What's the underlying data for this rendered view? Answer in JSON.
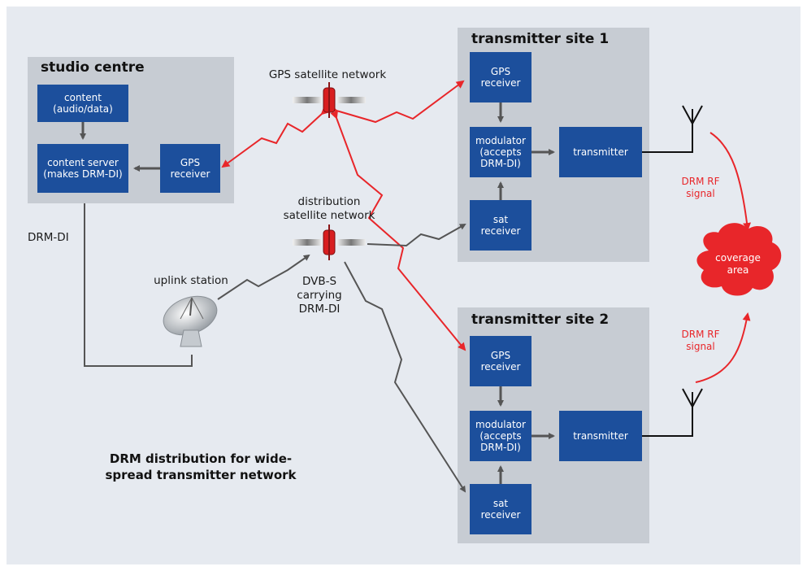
{
  "panels": {
    "studio": "studio centre",
    "site1": "transmitter site 1",
    "site2": "transmitter site 2"
  },
  "studio": {
    "content": "content\n(audio/data)",
    "content_server": "content server\n(makes DRM-DI)",
    "gps_receiver": "GPS\nreceiver"
  },
  "site1": {
    "gps_receiver": "GPS\nreceiver",
    "modulator": "modulator\n(accepts\nDRM-DI)",
    "transmitter": "transmitter",
    "sat_receiver": "sat\nreceiver"
  },
  "site2": {
    "gps_receiver": "GPS\nreceiver",
    "modulator": "modulator\n(accepts\nDRM-DI)",
    "transmitter": "transmitter",
    "sat_receiver": "sat\nreceiver"
  },
  "labels": {
    "gps_network": "GPS satellite network",
    "distribution_network": "distribution\nsatellite network",
    "drm_di": "DRM-DI",
    "uplink_station": "uplink station",
    "dvbs": "DVB-S\ncarrying\nDRM-DI",
    "rf_signal_1": "DRM RF\nsignal",
    "rf_signal_2": "DRM RF\nsignal",
    "coverage_area": "coverage\narea"
  },
  "caption": {
    "bold": "DRM",
    "rest": " distribution for wide-\nspread transmitter network"
  },
  "colors": {
    "box": "#1c4f9c",
    "panel": "#c7ccd3",
    "background": "#e6eaf0",
    "red": "#e8262a",
    "arrow": "#555555"
  }
}
